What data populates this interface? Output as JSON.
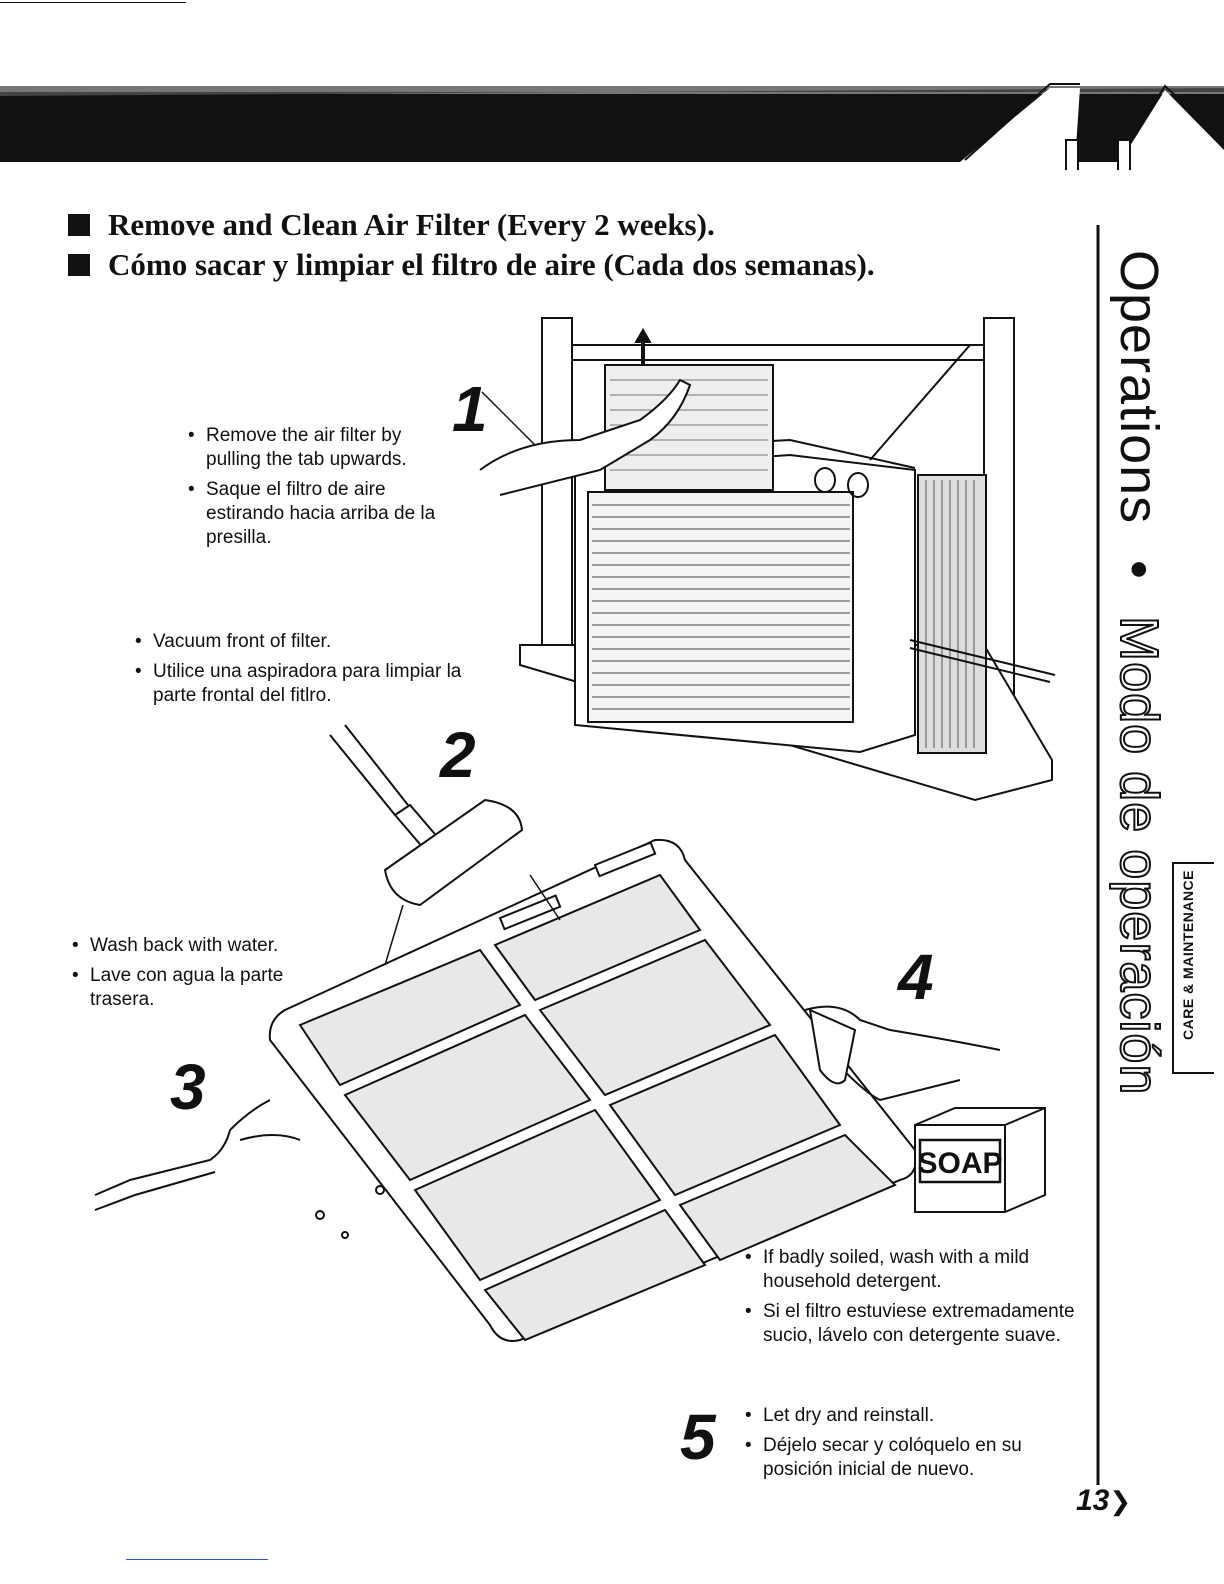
{
  "headings": [
    "Remove and Clean Air Filter (Every 2 weeks).",
    "Cómo sacar y limpiar el filtro de aire (Cada dos semanas)."
  ],
  "steps": [
    {
      "number": "1",
      "bullets": [
        "Remove the air filter by pulling the tab upwards.",
        "Saque el filtro de aire estirando hacia arriba de la presilla."
      ]
    },
    {
      "number": "2",
      "bullets": [
        "Vacuum front of filter.",
        "Utilice una aspiradora para limpiar la parte frontal del fitlro."
      ]
    },
    {
      "number": "3",
      "bullets": [
        "Wash back with water.",
        "Lave con agua la parte trasera."
      ]
    },
    {
      "number": "4",
      "bullets": [
        "If badly soiled, wash with a mild household detergent.",
        "Si el filtro estuviese extremadamente sucio, lávelo con detergente suave."
      ]
    },
    {
      "number": "5",
      "bullets": [
        "Let dry and reinstall.",
        "Déjelo secar y colóquelo en su posición inicial de nuevo."
      ]
    }
  ],
  "soap_label": "SOAP",
  "sidebar": {
    "section": "Operations",
    "separator": "•",
    "section_es": "Modo de operación",
    "tab": "CARE & MAINTENANCE"
  },
  "page_number": "13",
  "bullet_char": "•"
}
